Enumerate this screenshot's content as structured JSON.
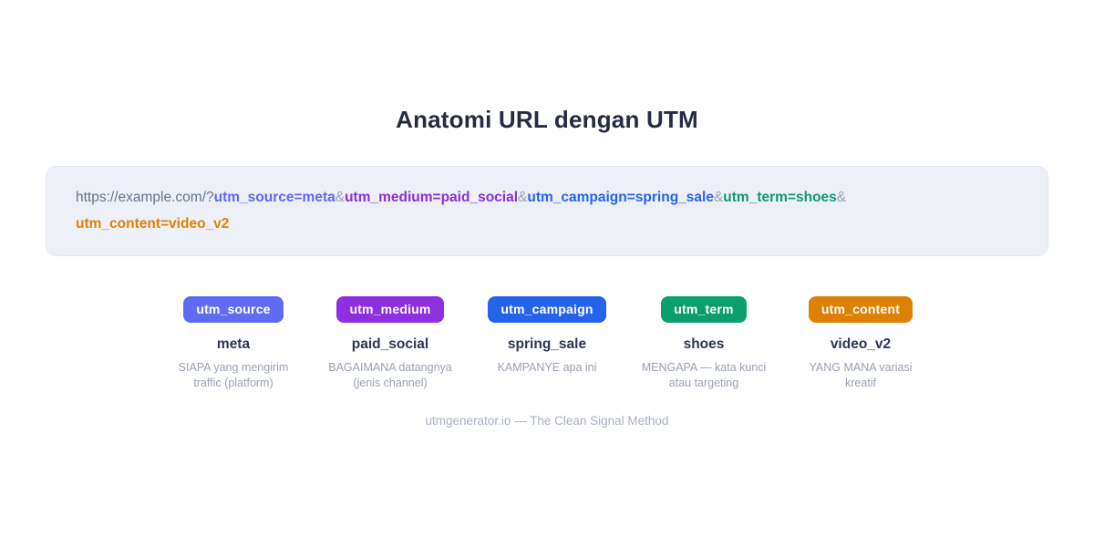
{
  "title": "Anatomi URL dengan UTM",
  "url_bar": {
    "segments": [
      {
        "text": "https://example.com/?",
        "color": "#64748b"
      },
      {
        "text": "utm_source=meta",
        "color": "#5b68f5"
      },
      {
        "text": "&",
        "color": "#9aa3b5"
      },
      {
        "text": "utm_medium=paid_social",
        "color": "#8b2fd9"
      },
      {
        "text": "&",
        "color": "#9aa3b5"
      },
      {
        "text": "utm_campaign=spring_sale",
        "color": "#2563eb"
      },
      {
        "text": "&",
        "color": "#9aa3b5"
      },
      {
        "text": "utm_term=shoes",
        "color": "#0d9b6c"
      },
      {
        "text": "&",
        "color": "#9aa3b5"
      },
      {
        "text": "utm_content=video_v2",
        "color": "#dd8105"
      }
    ]
  },
  "params": [
    {
      "name": "utm_source",
      "badge_color": "#5f6cf1",
      "value": "meta",
      "description": "SIAPA yang mengirim traffic (platform)"
    },
    {
      "name": "utm_medium",
      "badge_color": "#8e2fe0",
      "value": "paid_social",
      "description": "BAGAIMANA datangnya (jenis channel)"
    },
    {
      "name": "utm_campaign",
      "badge_color": "#2563eb",
      "value": "spring_sale",
      "description": "KAMPANYE apa ini"
    },
    {
      "name": "utm_term",
      "badge_color": "#0d9e6e",
      "value": "shoes",
      "description": "MENGAPA — kata kunci atau targeting"
    },
    {
      "name": "utm_content",
      "badge_color": "#dd8105",
      "value": "video_v2",
      "description": "YANG MANA variasi kreatif"
    }
  ],
  "footer": "utmgenerator.io — The Clean Signal Method"
}
